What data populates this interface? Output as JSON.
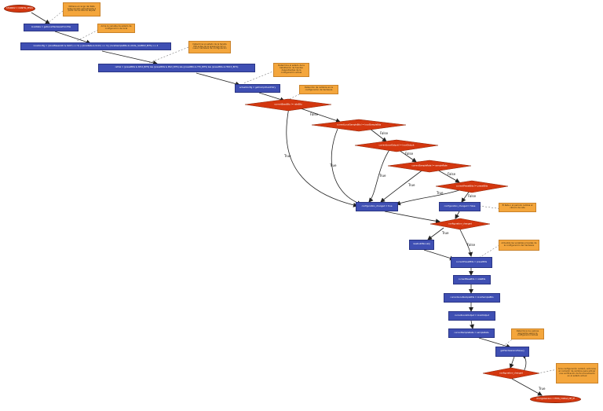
{
  "flowchart": {
    "start": "STAR002 = CONFIG_PHGS",
    "end": "changeGanzen = ESTA_CARGA_DE_IE",
    "processes": {
      "p1": "localRate = getLocalHardwareFromFile",
      "p2": "localConfig = ((localBaseAddr & 0x07) << 5) | ((localRate & 0x1C) << 3) | (localSampleBits & LOCAL_SAMPLE_BITS) >> 4",
      "p3": "retVal = (presetBits & SP10_BITS) && (presetBits & MG3_BITS) && (presetBits & FP1_BITS) && (presetBits & HW15_BITS)",
      "p4": "actualConfig = getCompChainEntry",
      "p5": "configuration_changed = true",
      "p6": "configuration_changed = false",
      "p7": "resetLatManual()",
      "p8": "currentPresetBits = presetBits",
      "p9": "currentBaseBits = rateBits",
      "p10": "currentLocalSampleBits = localSampleBits",
      "p11": "currentLocalOutput = localOutput",
      "p12": "currentSampleRate = sampleRate",
      "p13": "getHardwareAndSave()"
    },
    "decisions": {
      "d1": "currentBaseBits != rateBits",
      "d2": "currentLocalSampleBits != localSampleBits",
      "d3": "currentLocalOutput != localOutput",
      "d4": "currentSampleRate != sampleRate",
      "d5": "currentPresetBits != presetBits",
      "d6": "configuration_changed",
      "d7": "configuration_changed"
    },
    "notes": {
      "n1": "Obtiene el rango del Rate seleccionado actualmente a partir de los bits de tarjeta",
      "n2": "Arma la variable de estado de configuración de local",
      "n3": "Determina el estado de la tarjeta HW antes de la presencia de un nuevo hardware de configuración",
      "n4": "Determina el estado de la habilitación de fuentes dependientes de la configuración actual",
      "n5": "Detección de cambios en la configuración de hardware",
      "n6": "El Rate o el período cambia el cálculo de rate",
      "n7": "Actualiza las variables privadas de la configuración del hardware",
      "n8": "Determina los valores asignados según la configuración actual",
      "n9": "Si la configuración cambió, entonces el contador de cambios para activar una verificación de funcionamiento en el estado actual"
    },
    "edge_labels": {
      "true": "True",
      "false": "False"
    }
  }
}
